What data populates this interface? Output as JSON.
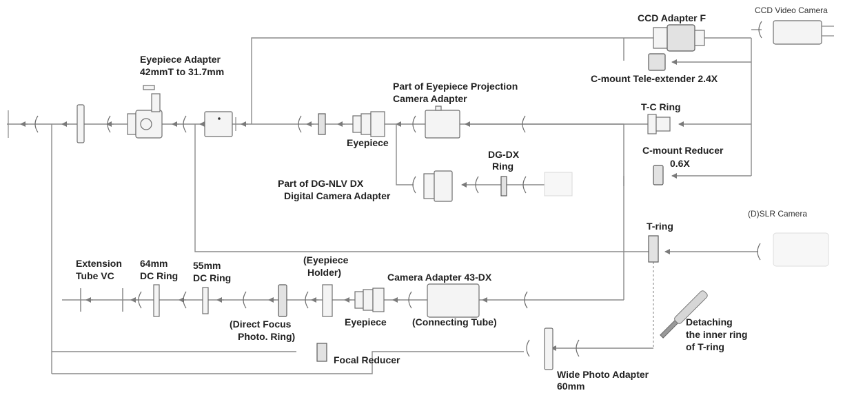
{
  "labels": {
    "ccd_video_camera": "CCD Video Camera",
    "ccd_adapter_f": "CCD Adapter F",
    "eyepiece_adapter_line1": "Eyepiece Adapter",
    "eyepiece_adapter_line2": "42mmT to 31.7mm",
    "c_mount_tele_extender": "C-mount Tele-extender 2.4X",
    "part_eyepiece_projection_line1": "Part of Eyepiece Projection",
    "part_eyepiece_projection_line2": "Camera Adapter",
    "t_c_ring": "T-C Ring",
    "eyepiece_upper": "Eyepiece",
    "dg_dx_ring_line1": "DG-DX",
    "dg_dx_ring_line2": "Ring",
    "c_mount_reducer_line1": "C-mount Reducer",
    "c_mount_reducer_line2": "0.6X",
    "part_dg_nlv_line1": "Part of DG-NLV DX",
    "part_dg_nlv_line2": "Digital Camera Adapter",
    "dslr_camera": "(D)SLR Camera",
    "t_ring": "T-ring",
    "extension_tube_line1": "Extension",
    "extension_tube_line2": "Tube  VC",
    "dc_ring_64_line1": "64mm",
    "dc_ring_64_line2": "DC Ring",
    "dc_ring_55_line1": "55mm",
    "dc_ring_55_line2": "DC Ring",
    "eyepiece_holder_line1": "(Eyepiece",
    "eyepiece_holder_line2": "Holder)",
    "camera_adapter_43dx": "Camera Adapter 43-DX",
    "direct_focus_line1": "(Direct Focus",
    "direct_focus_line2": "Photo. Ring)",
    "eyepiece_lower": "Eyepiece",
    "connecting_tube": "(Connecting Tube)",
    "detaching_line1": "Detaching",
    "detaching_line2": "the inner ring",
    "detaching_line3": "of T-ring",
    "focal_reducer": "Focal Reducer",
    "wide_photo_line1": "Wide Photo Adapter",
    "wide_photo_line2": "60mm"
  }
}
